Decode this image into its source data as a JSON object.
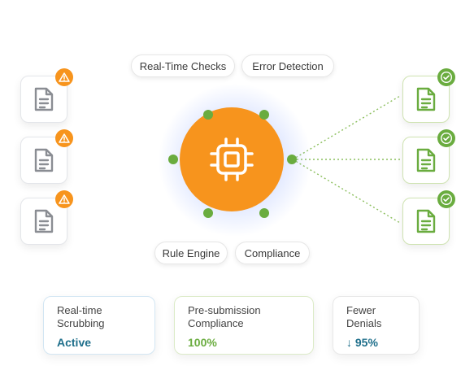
{
  "features": {
    "realtime_checks": "Real-Time Checks",
    "error_detection": "Error Detection",
    "rule_engine": "Rule Engine",
    "compliance": "Compliance"
  },
  "icons": {
    "input_doc": "document-icon",
    "warning": "warning-icon",
    "output_doc": "document-icon",
    "check": "check-icon",
    "hub": "chip-icon"
  },
  "colors": {
    "hub": "#f7941d",
    "warning": "#f7941d",
    "success": "#6aac3f",
    "accent_blue": "#1f6f8b"
  },
  "stats": [
    {
      "label_line1": "Real-time",
      "label_line2": "Scrubbing",
      "value": "Active"
    },
    {
      "label_line1": "Pre-submission",
      "label_line2": "Compliance",
      "value": "100%"
    },
    {
      "label_line1": "Fewer",
      "label_line2": "Denials",
      "value": "↓ 95%"
    }
  ]
}
